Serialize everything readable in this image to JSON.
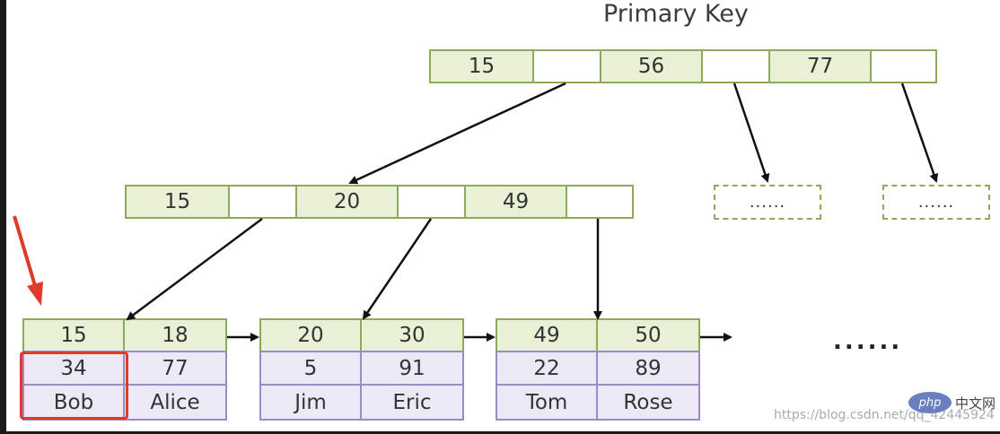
{
  "title": "Primary Key",
  "root": {
    "keys": [
      "15",
      "56",
      "77"
    ]
  },
  "level2": {
    "keys": [
      "15",
      "20",
      "49"
    ],
    "placeholders": [
      "......",
      "......"
    ]
  },
  "leaves": [
    {
      "keys": [
        "15",
        "18"
      ],
      "ids": [
        "34",
        "77"
      ],
      "names": [
        "Bob",
        "Alice"
      ]
    },
    {
      "keys": [
        "20",
        "30"
      ],
      "ids": [
        "5",
        "91"
      ],
      "names": [
        "Jim",
        "Eric"
      ]
    },
    {
      "keys": [
        "49",
        "50"
      ],
      "ids": [
        "22",
        "89"
      ],
      "names": [
        "Tom",
        "Rose"
      ]
    }
  ],
  "more_ellipsis": "......",
  "watermark": "https://blog.csdn.net/qq_42445924",
  "php_logo": "php",
  "php_text": "中文网",
  "colors": {
    "index_key_fill": "#e8f0d5",
    "index_border": "#8caa5a",
    "data_fill": "#ece8f5",
    "data_border": "#9a8bc4",
    "highlight": "#e03a2b"
  },
  "icons": [
    "arrow-indicator-icon"
  ]
}
